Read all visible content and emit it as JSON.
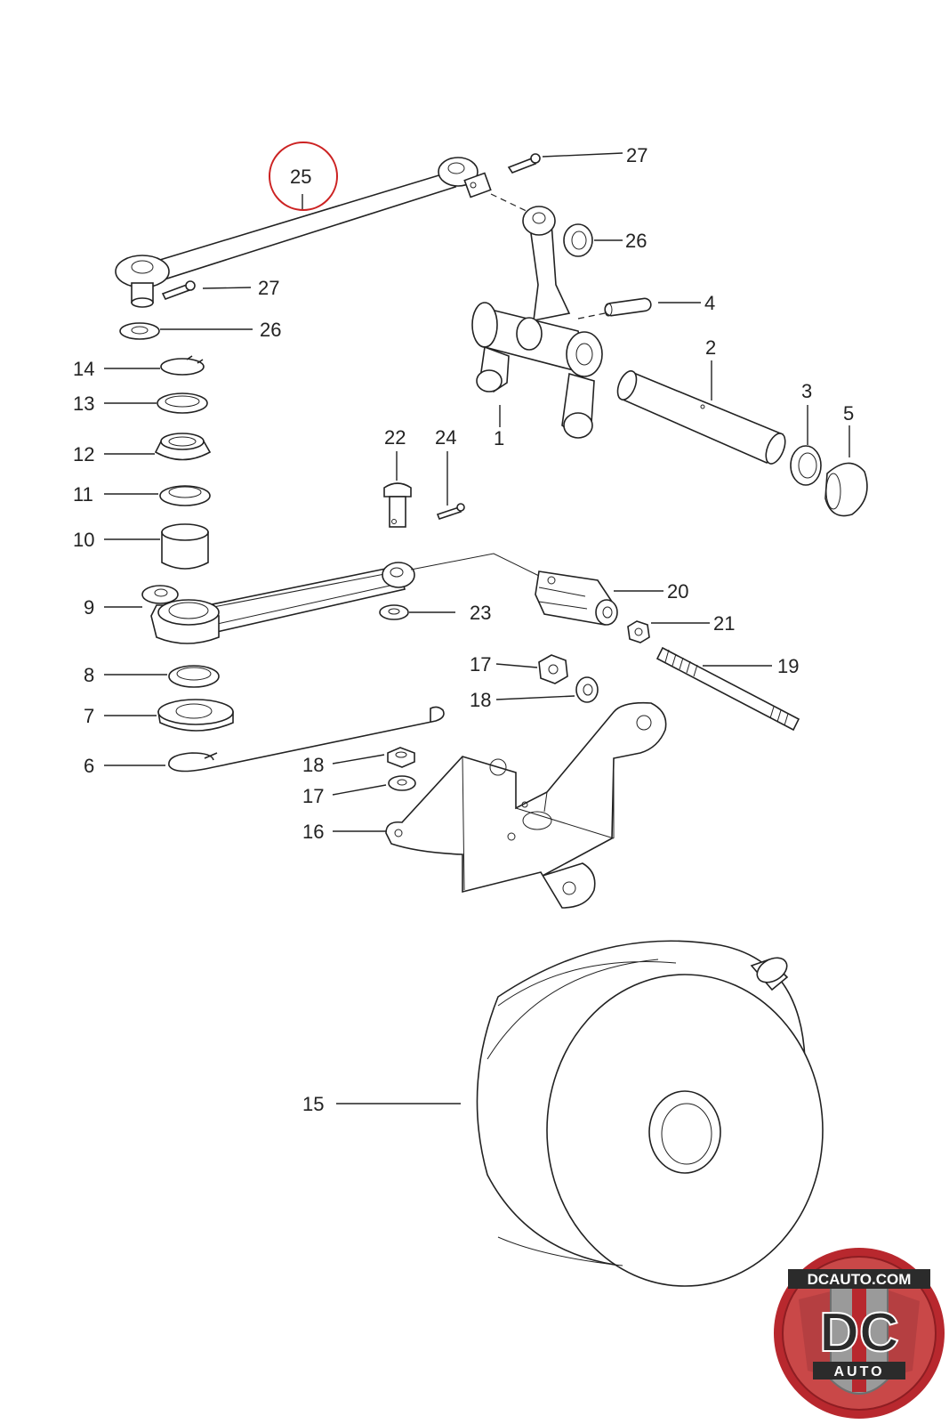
{
  "diagram": {
    "highlighted_part": "25",
    "highlight_color": "#cc2222",
    "labels": {
      "l1": "1",
      "l2": "2",
      "l3": "3",
      "l4": "4",
      "l5": "5",
      "l6": "6",
      "l7": "7",
      "l8": "8",
      "l9": "9",
      "l10": "10",
      "l11": "11",
      "l12": "12",
      "l13": "13",
      "l14": "14",
      "l15": "15",
      "l16": "16",
      "l17a": "17",
      "l17b": "17",
      "l18a": "18",
      "l18b": "18",
      "l19": "19",
      "l20": "20",
      "l21": "21",
      "l22": "22",
      "l23": "23",
      "l24": "24",
      "l25": "25",
      "l26a": "26",
      "l26b": "26",
      "l27a": "27",
      "l27b": "27"
    }
  },
  "logo": {
    "site": "DCAUTO.COM",
    "letters": "DC",
    "word": "AUTO",
    "colors": {
      "red": "#b8282e",
      "gray": "#9a9a9a",
      "dark": "#2b2b2b"
    }
  }
}
